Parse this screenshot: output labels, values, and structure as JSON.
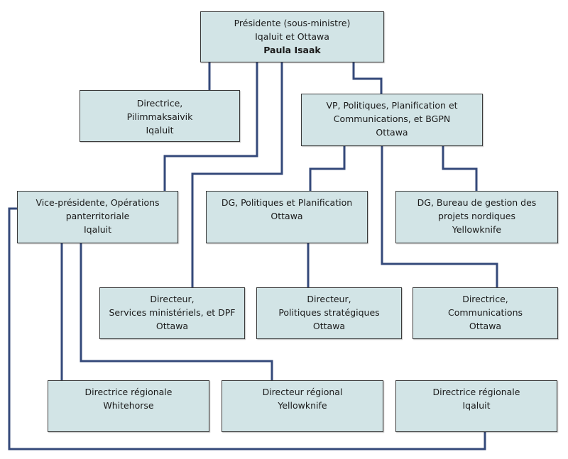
{
  "chart": {
    "type": "org-chart",
    "colors": {
      "box_fill": "#d2e4e6",
      "box_border": "#3a3a3a",
      "connector": "#34497a"
    },
    "nodes": {
      "president": {
        "title": "Présidente  (sous-ministre)",
        "location": "Iqaluit  et Ottawa",
        "name": "Paula Isaak"
      },
      "pilimmaksaivik": {
        "title": "Directrice,",
        "unit": "Pilimmaksaivik",
        "location": "Iqaluit"
      },
      "vp_policy": {
        "title": "VP, Politiques,  Planification  et",
        "unit": "Communications,  et BGPN",
        "location": "Ottawa"
      },
      "vp_operations": {
        "title": "Vice-présidente,  Opérations",
        "unit": "panterritoriale",
        "location": "Iqaluit"
      },
      "dg_policy": {
        "title": "DG, Politiques  et Planification",
        "location": "Ottawa"
      },
      "dg_bureau": {
        "title": "DG, Bureau de gestion  des",
        "unit": "projets  nordiques",
        "location": "Yellowknife"
      },
      "dir_services": {
        "title": "Directeur,",
        "unit": "Services  ministériels,  et DPF",
        "location": "Ottawa"
      },
      "dir_strategic": {
        "title": "Directeur,",
        "unit": "Politiques  stratégiques",
        "location": "Ottawa"
      },
      "dir_comms": {
        "title": "Directrice,",
        "unit": "Communications",
        "location": "Ottawa"
      },
      "dr_whitehorse": {
        "title": "Directrice régionale",
        "location": "Whitehorse"
      },
      "dr_yellowknife": {
        "title": "Directeur régional",
        "location": "Yellowknife"
      },
      "dr_iqaluit": {
        "title": "Directrice régionale",
        "location": "Iqaluit"
      }
    },
    "edges": [
      {
        "from": "president",
        "to": "pilimmaksaivik"
      },
      {
        "from": "president",
        "to": "vp_operations"
      },
      {
        "from": "president",
        "to": "dir_services"
      },
      {
        "from": "president",
        "to": "vp_policy"
      },
      {
        "from": "vp_policy",
        "to": "dg_policy"
      },
      {
        "from": "vp_policy",
        "to": "dir_comms"
      },
      {
        "from": "vp_policy",
        "to": "dg_bureau"
      },
      {
        "from": "dg_policy",
        "to": "dir_strategic"
      },
      {
        "from": "vp_operations",
        "to": "dr_whitehorse"
      },
      {
        "from": "vp_operations",
        "to": "dr_yellowknife"
      },
      {
        "from": "vp_operations",
        "to": "dr_iqaluit"
      }
    ]
  }
}
